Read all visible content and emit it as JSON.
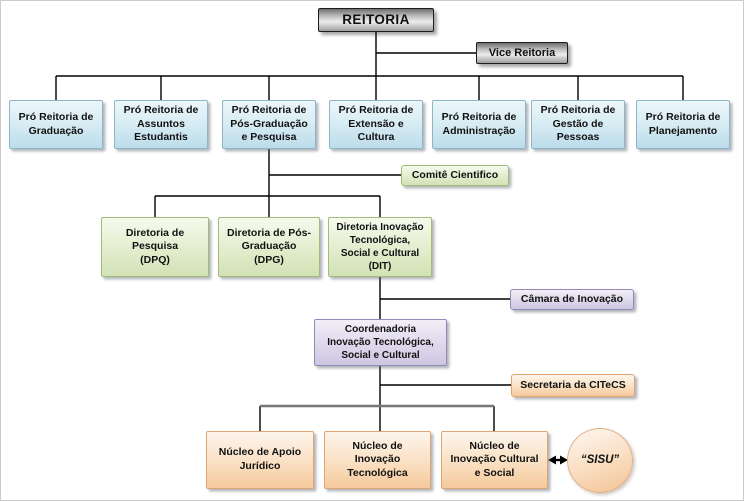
{
  "diagram": {
    "root": {
      "label": "REITORIA"
    },
    "vice": {
      "label": "Vice Reitoria"
    },
    "pro_reitorias": [
      {
        "label": "Pró Reitoria de\nGraduação"
      },
      {
        "label": "Pró Reitoria de\nAssuntos\nEstudantis"
      },
      {
        "label": "Pró Reitoria de\nPós-Graduação\ne Pesquisa"
      },
      {
        "label": "Pró Reitoria de\nExtensão e\nCultura"
      },
      {
        "label": "Pró Reitoria de\nAdministração"
      },
      {
        "label": "Pró Reitoria de\nGestão de\nPessoas"
      },
      {
        "label": "Pró Reitoria de\nPlanejamento"
      }
    ],
    "comite_cientifico": {
      "label": "Comitê Cientifico"
    },
    "diretorias": [
      {
        "label": "Diretoria de\nPesquisa\n(DPQ)"
      },
      {
        "label": "Diretoria de Pós-\nGraduação\n(DPG)"
      },
      {
        "label": "Diretoria Inovação\nTecnológica,\nSocial e Cultural\n(DIT)"
      }
    ],
    "camara_inovacao": {
      "label": "Câmara de Inovação"
    },
    "coordenadoria": {
      "label": "Coordenadoria\nInovação Tecnológica,\nSocial e Cultural"
    },
    "secretaria": {
      "label": "Secretaria da CITeCS"
    },
    "nucleos": [
      {
        "label": "Núcleo de Apoio\nJurídico"
      },
      {
        "label": "Núcleo de\nInovação\nTecnológica"
      },
      {
        "label": "Núcleo de\nInovação Cultural\ne Social"
      }
    ],
    "sisu": {
      "label": "“SISU”"
    }
  },
  "colors": {
    "gray_box_dark": "#6f6f6f",
    "gray_box_light": "#ececec",
    "blue_fill": "#bcdcea",
    "blue_border": "#8db7c9",
    "green_fill": "#d2e2b6",
    "green_border": "#a0bc79",
    "purple_fill": "#cec6e1",
    "purple_border": "#9289b8",
    "orange_fill": "#f5c99c",
    "orange_border": "#dfa671",
    "line_black": "#000000",
    "line_gray_thick": "#777777",
    "background": "#ffffff"
  }
}
